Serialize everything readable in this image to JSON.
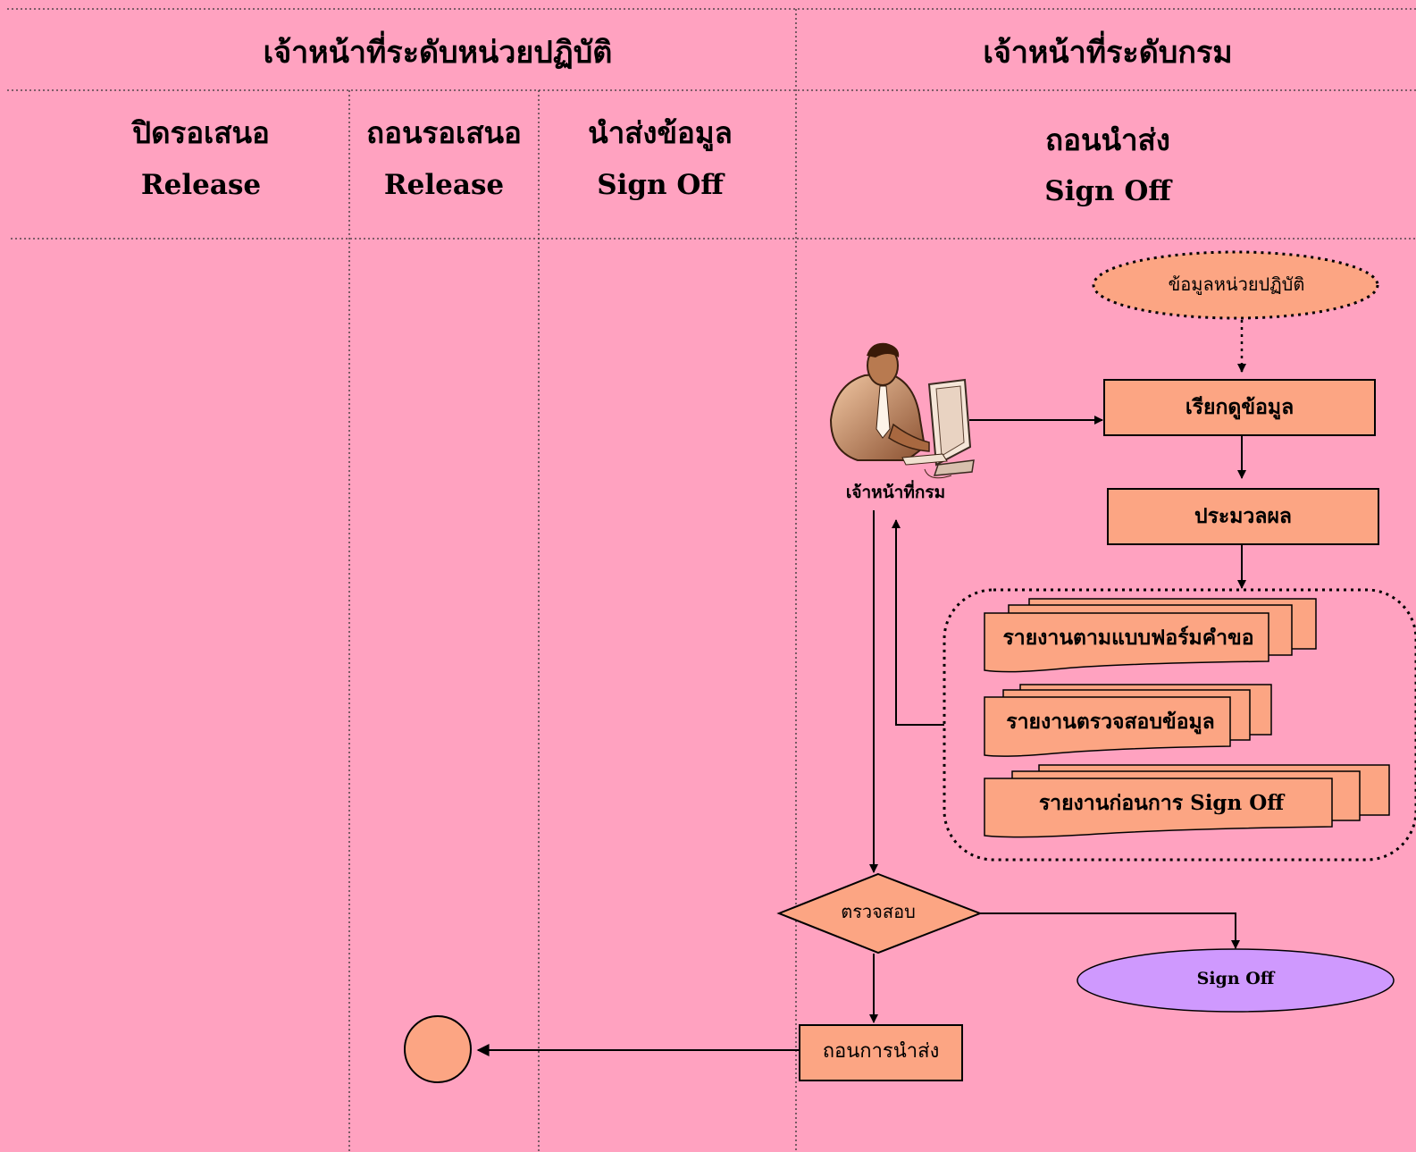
{
  "header": {
    "unit_level": "เจ้าหน้าที่ระดับหน่วยปฏิบัติ",
    "dept_level": "เจ้าหน้าที่ระดับกรม"
  },
  "columns": [
    {
      "th": "ปิดรอเสนอ",
      "en": "Release"
    },
    {
      "th": "ถอนรอเสนอ",
      "en": "Release"
    },
    {
      "th": "นำส่งข้อมูล",
      "en": "Sign Off"
    },
    {
      "th": "ถอนนำส่ง",
      "en": "Sign Off"
    }
  ],
  "nodes": {
    "unit_data": "ข้อมูลหน่วยปฏิบัติ",
    "view_data": "เรียกดูข้อมูล",
    "process": "ประมวลผล",
    "report_form": "รายงานตามแบบฟอร์มคำขอ",
    "report_check": "รายงานตรวจสอบข้อมูล",
    "report_before": "รายงานก่อนการ Sign Off",
    "officer": "เจ้าหน้าที่กรม",
    "check": "ตรวจสอบ",
    "signoff": "Sign Off",
    "withdraw": "ถอนการนำส่ง"
  },
  "colors": {
    "background": "#ffa2c0",
    "box_fill": "#fca583",
    "signoff_fill": "#cf99fe",
    "line": "#000000"
  }
}
